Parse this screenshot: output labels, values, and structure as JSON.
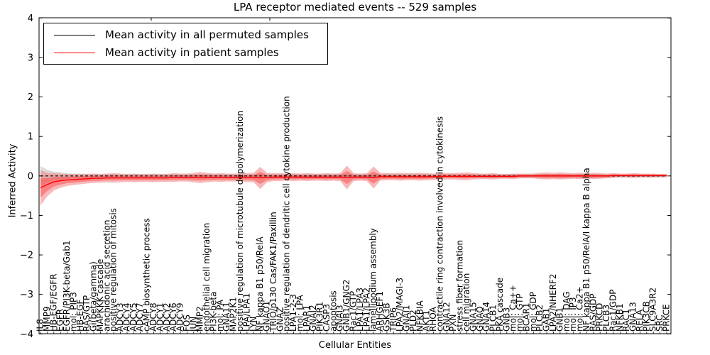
{
  "title": "LPA receptor mediated events -- 529 samples",
  "xlabel": "Cellular Entities",
  "ylabel": "Inferred Activity",
  "legend": {
    "items": [
      {
        "label": "Mean activity in all permuted samples",
        "color": "#000000"
      },
      {
        "label": "Mean activity in patient samples",
        "color": "#ff0000"
      }
    ],
    "position": "upper left"
  },
  "colors": {
    "permuted_line": "#000000",
    "permuted_band": "#bdbdbd",
    "patient_line": "#ff0000",
    "patient_band": "#f08080"
  },
  "chart_data": {
    "type": "line",
    "title": "LPA receptor mediated events -- 529 samples",
    "xlabel": "Cellular Entities",
    "ylabel": "Inferred Activity",
    "ylim": [
      -4,
      4
    ],
    "yticks": [
      -4,
      -3,
      -2,
      -1,
      0,
      1,
      2,
      3,
      4
    ],
    "grid": false,
    "legend_position": "upper left",
    "categories": [
      "IL8",
      "MMP9",
      "HB-EGF/EGFR",
      "EGFR",
      "EGFR/PI3K-beta/Gab1",
      "mol: PIP3",
      "HB-EGF",
      "RAS/GTP",
      "Gi(beta/gamma)",
      "MAPKKK cascade",
      "arachidonic acid secretion",
      "positive regulation of mitosis",
      "ADCY3",
      "ADCY4",
      "ADCY5",
      "ADCY7",
      "cAMP biosynthetic process",
      "ADCY8",
      "ADCY1",
      "ADCY2",
      "ADCY6",
      "ADCY9",
      "FOS",
      "JUN",
      "MMP2",
      "endothelial cell migration",
      "PI3K-beta",
      "mol: PA",
      "GNA11",
      "MAP2K1",
      "positive regulation of microtubule depolymerization",
      "LPA/LPA1",
      "LYN",
      "NF kappa B1 p50/RelA",
      "GNAO1",
      "TRIO/p130 Cas/FAK1/Paxillin",
      "GNAZ",
      "positive regulation of dendritic cell cytokine production",
      "LPA1-2-3",
      "mol: LPA",
      "LPAR1",
      "GNAI2",
      "PIK3R1",
      "CASP3",
      "apoptosis",
      "GNAI3",
      "GNB1/GNG2",
      "Rac1/GTP",
      "LPA1/LPA3",
      "LPA1/LPA2",
      "lamellipodium assembly",
      "ARHGEF1",
      "GSK3B",
      "TRIP6",
      "LPA2/MAGI-3",
      "GNAI1",
      "PLD2",
      "NFKBIA",
      "AKT1",
      "RHOA",
      "contractile ring contraction involved in cytokinesis",
      "GNA12",
      "PXN",
      "stress fiber formation",
      "cell migration",
      "GNA15",
      "GNAQ",
      "GNA14",
      "PLCB1",
      "PKA cascade",
      "GNB3",
      "mol: Ca++",
      "mol: GTP",
      "BCAR1",
      "mol: GDP",
      "PLCB2",
      "GAB1",
      "LPA2/NHERF2",
      "GNB1",
      "mol: DAG",
      "mol: IP3",
      "mol: Ca2+",
      "NF kappa B1 p50/RelA/I kappa B alpha",
      "RAS/GDP",
      "PRKCD",
      "PLCB3",
      "Rac1/GDP",
      "NFKB1",
      "RAC1",
      "GNA13",
      "RELA",
      "PIK3CB",
      "SLC9A3R2",
      "SRC",
      "PRKCE"
    ],
    "series": [
      {
        "name": "Mean activity in all permuted samples",
        "color": "#000000",
        "line_style": "dashed",
        "values": [
          0,
          0,
          0,
          0,
          0,
          0,
          0,
          0,
          0,
          0,
          0,
          0,
          0,
          0,
          0,
          0,
          0,
          0,
          0,
          0,
          0,
          0,
          0,
          0,
          0,
          0,
          0,
          0,
          0,
          0,
          0,
          0,
          0,
          0,
          0,
          0,
          0,
          0,
          0,
          0,
          0,
          0,
          0,
          0,
          0,
          0,
          0,
          0,
          0,
          0,
          0,
          0,
          0,
          0,
          0,
          0,
          0,
          0,
          0,
          0,
          0,
          0,
          0,
          0,
          0,
          0,
          0,
          0,
          0,
          0,
          0,
          0,
          0,
          0,
          0,
          0,
          0,
          0,
          0,
          0,
          0,
          0,
          0,
          0,
          0,
          0,
          0,
          0,
          0,
          0,
          0,
          0,
          0,
          0,
          0
        ],
        "band_halfwidth": [
          0.25,
          0.16,
          0.11,
          0.09,
          0.07,
          0.06,
          0.06,
          0.05,
          0.05,
          0.05,
          0.05,
          0.05,
          0.05,
          0.05,
          0.05,
          0.05,
          0.05,
          0.05,
          0.05,
          0.05,
          0.05,
          0.05,
          0.05,
          0.05,
          0.05,
          0.05,
          0.05,
          0.05,
          0.05,
          0.05,
          0.05,
          0.05,
          0.05,
          0.05,
          0.05,
          0.05,
          0.05,
          0.05,
          0.05,
          0.05,
          0.05,
          0.05,
          0.05,
          0.05,
          0.05,
          0.05,
          0.05,
          0.05,
          0.05,
          0.05,
          0.05,
          0.05,
          0.05,
          0.05,
          0.05,
          0.05,
          0.05,
          0.05,
          0.05,
          0.05,
          0.05,
          0.05,
          0.05,
          0.05,
          0.05,
          0.05,
          0.05,
          0.05,
          0.05,
          0.05,
          0.05,
          0.05,
          0.05,
          0.05,
          0.05,
          0.05,
          0.05,
          0.05,
          0.05,
          0.05,
          0.05,
          0.05,
          0.05,
          0.05,
          0.05,
          0.04,
          0.04,
          0.04,
          0.04,
          0.04,
          0.04,
          0.04,
          0.04,
          0.04,
          0.04
        ]
      },
      {
        "name": "Mean activity in patient samples",
        "color": "#ff0000",
        "line_style": "solid",
        "values": [
          -0.3,
          -0.22,
          -0.15,
          -0.12,
          -0.1,
          -0.09,
          -0.08,
          -0.07,
          -0.06,
          -0.06,
          -0.05,
          -0.05,
          -0.05,
          -0.05,
          -0.05,
          -0.05,
          -0.05,
          -0.05,
          -0.05,
          -0.05,
          -0.04,
          -0.04,
          -0.04,
          -0.04,
          -0.04,
          -0.04,
          -0.04,
          -0.04,
          -0.04,
          -0.04,
          -0.04,
          -0.04,
          -0.04,
          -0.05,
          -0.04,
          -0.03,
          -0.03,
          -0.03,
          -0.03,
          -0.03,
          -0.03,
          -0.03,
          -0.03,
          -0.03,
          -0.03,
          -0.03,
          -0.04,
          -0.03,
          -0.03,
          -0.03,
          -0.04,
          -0.02,
          -0.02,
          -0.02,
          -0.02,
          -0.02,
          -0.02,
          -0.02,
          -0.02,
          -0.02,
          -0.01,
          -0.01,
          -0.01,
          -0.01,
          -0.01,
          -0.01,
          -0.01,
          -0.01,
          -0.01,
          -0.01,
          -0.01,
          -0.01,
          0.0,
          0.0,
          0.0,
          0.0,
          0.0,
          0.0,
          0.0,
          0.0,
          0.0,
          0.0,
          0.0,
          0.0,
          0.0,
          0.0,
          0.01,
          0.01,
          0.01,
          0.01,
          0.01,
          0.01,
          0.01,
          0.01,
          0.01
        ],
        "band_halfwidth": [
          0.45,
          0.3,
          0.22,
          0.18,
          0.15,
          0.14,
          0.13,
          0.12,
          0.12,
          0.11,
          0.11,
          0.12,
          0.11,
          0.1,
          0.11,
          0.1,
          0.1,
          0.11,
          0.1,
          0.1,
          0.11,
          0.1,
          0.1,
          0.12,
          0.14,
          0.12,
          0.1,
          0.11,
          0.1,
          0.1,
          0.1,
          0.11,
          0.12,
          0.28,
          0.12,
          0.1,
          0.1,
          0.09,
          0.1,
          0.09,
          0.1,
          0.09,
          0.09,
          0.1,
          0.09,
          0.1,
          0.3,
          0.1,
          0.09,
          0.1,
          0.28,
          0.1,
          0.09,
          0.09,
          0.1,
          0.09,
          0.09,
          0.1,
          0.09,
          0.08,
          0.09,
          0.08,
          0.08,
          0.09,
          0.1,
          0.08,
          0.07,
          0.07,
          0.08,
          0.06,
          0.06,
          0.07,
          0.06,
          0.06,
          0.06,
          0.08,
          0.09,
          0.08,
          0.09,
          0.08,
          0.07,
          0.08,
          0.07,
          0.08,
          0.07,
          0.06,
          0.06,
          0.05,
          0.05,
          0.06,
          0.05,
          0.05,
          0.05,
          0.04,
          0.04
        ]
      }
    ]
  }
}
